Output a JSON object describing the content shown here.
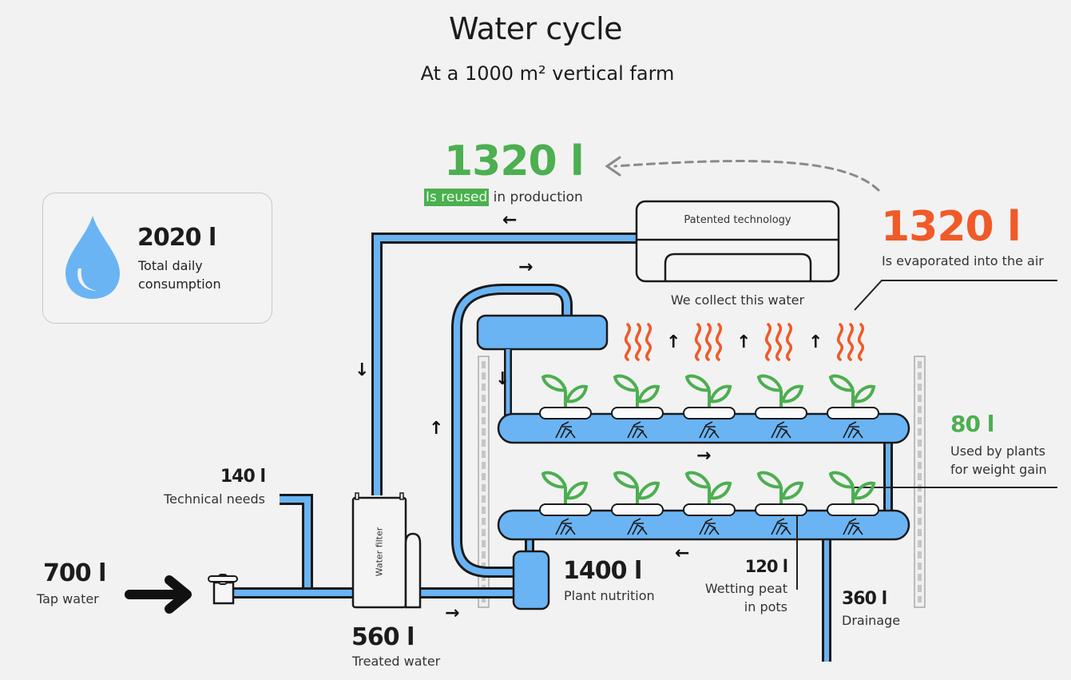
{
  "header": {
    "title": "Water cycle",
    "subtitle": "At a 1000 m² vertical farm"
  },
  "colors": {
    "water_blue": "#6ab4f4",
    "plant_green": "#4caf50",
    "evaporation_orange": "#f05a28",
    "outline": "#1a1a1a",
    "background": "#f2f2f2"
  },
  "summary_card": {
    "icon": "water-drop-icon",
    "value": "2020 l",
    "label_line1": "Total daily",
    "label_line2": "consumption"
  },
  "reused": {
    "value": "1320 l",
    "label_highlight": "Is reused",
    "label_rest": " in production"
  },
  "evaporated": {
    "value": "1320 l",
    "label": "Is evaporated into the air"
  },
  "collector": {
    "label": "Patented technology",
    "caption": "We collect this water"
  },
  "plants_weight": {
    "value": "80 l",
    "label_line1": "Used by plants",
    "label_line2": "for weight gain"
  },
  "technical": {
    "value": "140 l",
    "label": "Technical needs"
  },
  "tap": {
    "value": "700 l",
    "label": "Tap water"
  },
  "filter": {
    "label": "Water filter"
  },
  "treated": {
    "value": "560 l",
    "label": "Treated water"
  },
  "nutrition": {
    "value": "1400 l",
    "label": "Plant nutrition"
  },
  "wetting": {
    "value": "120 l",
    "label_line1": "Wetting peat",
    "label_line2": "in pots"
  },
  "drainage": {
    "value": "360 l",
    "label": "Drainage"
  },
  "flow_arrows": {
    "left": "←",
    "right": "→",
    "up": "↑",
    "down": "↓"
  },
  "plant_rows": [
    {
      "plants": 5
    },
    {
      "plants": 5
    }
  ]
}
